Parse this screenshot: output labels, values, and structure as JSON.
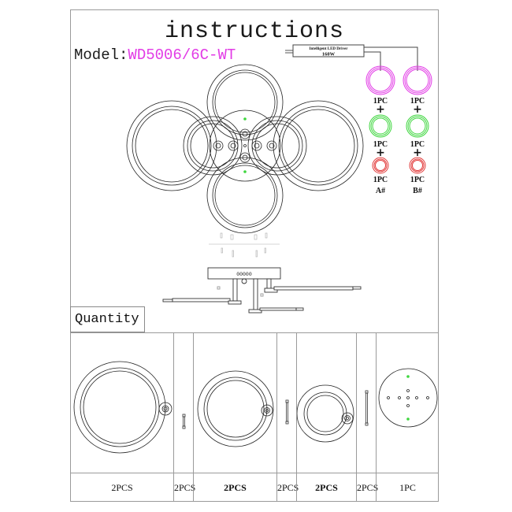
{
  "document": {
    "title": "instructions",
    "model_label": "Model:",
    "model_code": "WD5006/6C-WT"
  },
  "driver": {
    "name": "Intelligent LED Driver",
    "power": "160W"
  },
  "wiring": {
    "groups": [
      {
        "id": "A#",
        "rings": [
          {
            "color": "#e23be6",
            "count": "1PC"
          },
          {
            "color": "#3ed63e",
            "count": "1PC"
          },
          {
            "color": "#e23b3b",
            "count": "1PC"
          }
        ]
      },
      {
        "id": "B#",
        "rings": [
          {
            "color": "#e23be6",
            "count": "1PC"
          },
          {
            "color": "#3ed63e",
            "count": "1PC"
          },
          {
            "color": "#e23b3b",
            "count": "1PC"
          }
        ]
      }
    ],
    "plus_sign": "+"
  },
  "side_view": {
    "canopy_text": "00000"
  },
  "quantity": {
    "label": "Quantity",
    "items": [
      {
        "part": "large-ring",
        "count": "2PCS"
      },
      {
        "part": "connector-rod-short",
        "count": "2PCS"
      },
      {
        "part": "medium-ring",
        "count": "2PCS"
      },
      {
        "part": "connector-rod-medium",
        "count": "2PCS"
      },
      {
        "part": "small-ring",
        "count": "2PCS"
      },
      {
        "part": "connector-rod-long",
        "count": "2PCS"
      },
      {
        "part": "canopy-base",
        "count": "1PC"
      }
    ]
  },
  "colors": {
    "line": "#222222",
    "magenta": "#e23be6",
    "green": "#3ed63e",
    "red": "#e23b3b",
    "border": "#9a9a9a"
  }
}
